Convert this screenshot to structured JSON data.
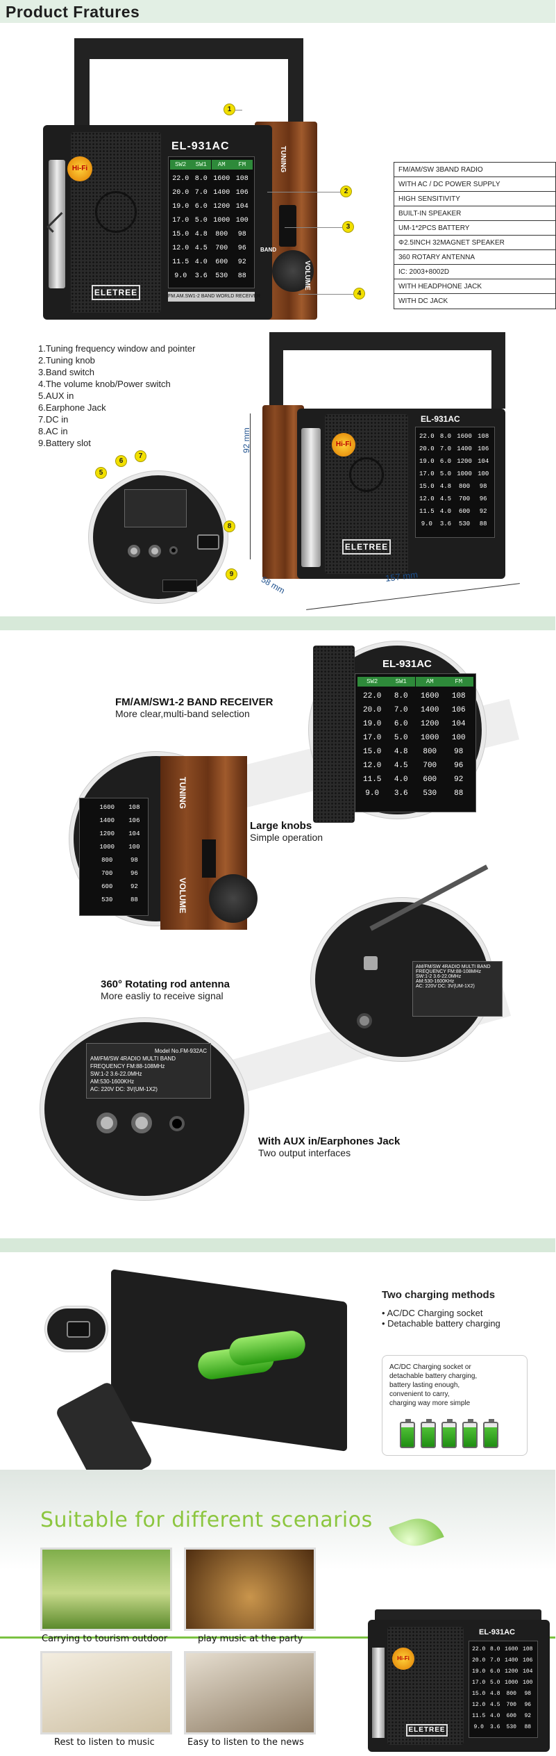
{
  "header": {
    "title": "Product Fratures"
  },
  "radio": {
    "model": "EL-931AC",
    "brand": "ELETREE",
    "badge": "Hi-Fi",
    "tuning_label": "TUNING",
    "volume_label": "VOLUME",
    "band_label": "BAND",
    "band_positions": [
      "FM",
      "AM",
      "SW1",
      "SW2"
    ],
    "strip_text": "FM.AM.SW1-2 BAND WORLD RECEIVER",
    "dial_headers": [
      "SW2",
      "SW1",
      "AM",
      "FM"
    ],
    "dial_sw2": [
      "22.0",
      "20.0",
      "19.0",
      "17.0",
      "15.0",
      "12.0",
      "11.5",
      "9.0"
    ],
    "dial_sw1": [
      "8.0",
      "7.0",
      "6.0",
      "5.0",
      "4.8",
      "4.5",
      "4.0",
      "3.6"
    ],
    "dial_am": [
      "1600",
      "1400",
      "1200",
      "1000",
      "800",
      "700",
      "600",
      "530"
    ],
    "dial_fm": [
      "108",
      "106",
      "104",
      "100",
      "98",
      "96",
      "92",
      "88"
    ]
  },
  "callouts": [
    "1",
    "2",
    "3",
    "4"
  ],
  "specs": [
    "FM/AM/SW 3BAND RADIO",
    "WITH AC / DC POWER SUPPLY",
    "HIGH SENSITIVITY",
    "BUILT-IN  SPEAKER",
    "UM-1*2PCS BATTERY",
    "Φ2.5INCH 32MAGNET SPEAKER",
    "360 ROTARY ANTENNA",
    "IC: 2003+8002D",
    "WITH HEADPHONE JACK",
    "WITH DC  JACK"
  ],
  "parts_list": [
    "1.Tuning frequency window and pointer",
    "2.Tuning knob",
    "3.Band switch",
    "4.The volume knob/Power switch",
    "5.AUX in",
    "6.Earphone Jack",
    "7.DC in",
    "8.AC in",
    "9.Battery slot"
  ],
  "rear_callouts": [
    "5",
    "6",
    "7",
    "8",
    "9"
  ],
  "dimensions": {
    "height": "92 mm",
    "depth": "58 mm",
    "width": "157 mm"
  },
  "features": [
    {
      "title": "FM/AM/SW1-2 BAND RECEIVER",
      "sub": "More clear,multi-band selection"
    },
    {
      "title": "Large knobs",
      "sub": "Simple operation"
    },
    {
      "title": "360°  Rotating rod antenna",
      "sub": "More easliy to receive signal"
    },
    {
      "title": "With AUX in/Earphones Jack",
      "sub": "Two output interfaces"
    }
  ],
  "label_plate": {
    "model": "Model No.FM-932AC",
    "lines": [
      "AM/FM/SW 4RADIO MULTI BAND",
      "FREQUENCY FM:88-108MHz",
      "SW:1-2   3.6-22.0MHz",
      "AM:530-1600KHz",
      "AC: 220V    DC: 3V(UM-1X2)"
    ]
  },
  "charging": {
    "title": "Two charging methods",
    "bullets": [
      "AC/DC Charging socket",
      "Detachable battery charging"
    ],
    "note": [
      "AC/DC Charging socket or",
      "detachable battery charging,",
      "battery lasting enough,",
      "convenient to carry,",
      "charging way more simple"
    ]
  },
  "scenarios": {
    "title": "Suitable for different scenarios",
    "captions": [
      "Carrying to tourism outdoor",
      "play music at the party",
      "Rest to listen to music",
      "Easy to listen to the news"
    ]
  },
  "colors": {
    "header_bg": "#e2efe4",
    "divider_bg": "#d7e9d9",
    "accent_green": "#7ac242",
    "badge_yellow": "#f2e000"
  }
}
